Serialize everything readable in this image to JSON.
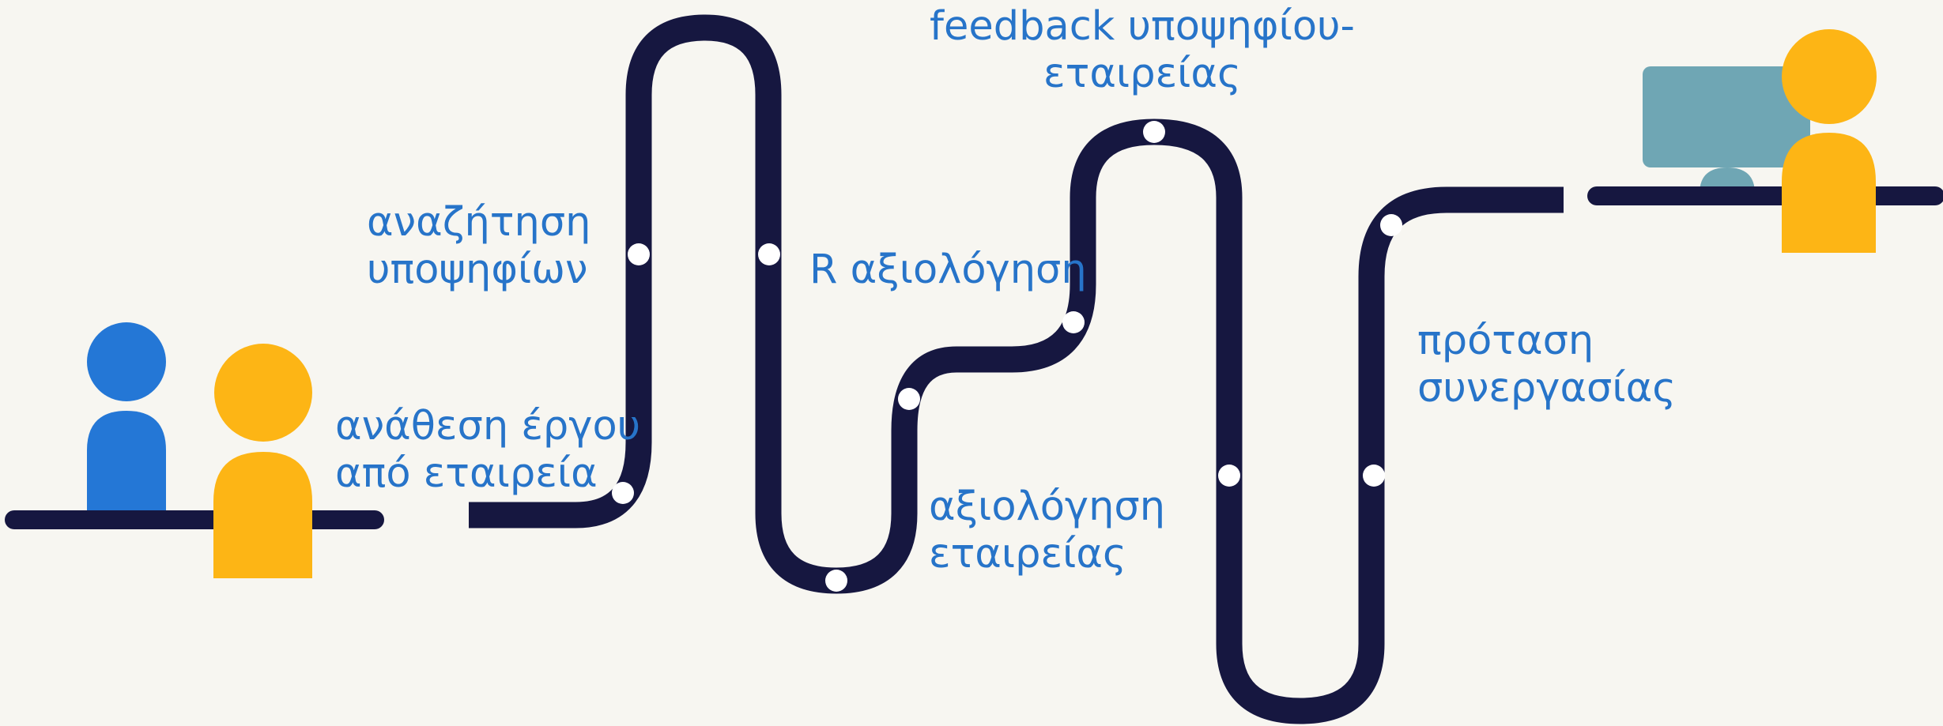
{
  "steps": [
    {
      "id": "assignment",
      "lines": [
        "ανάθεση έργου",
        "από εταιρεία"
      ]
    },
    {
      "id": "search",
      "lines": [
        "αναζήτηση",
        "υποψηφίων"
      ]
    },
    {
      "id": "r-evaluation",
      "lines": [
        "R αξιολόγηση"
      ]
    },
    {
      "id": "company-evaluation",
      "lines": [
        "αξιολόγηση",
        "εταιρείας"
      ]
    },
    {
      "id": "feedback",
      "lines": [
        "feedback υποψηφίου-",
        "εταιρείας"
      ]
    },
    {
      "id": "proposal",
      "lines": [
        "πρόταση",
        "συνεργασίας"
      ]
    }
  ],
  "colors": {
    "background": "#f7f6f1",
    "path": "#161740",
    "label": "#2774c9",
    "person_blue": "#2477d6",
    "person_yellow": "#fdb515",
    "monitor": "#6fa6b4",
    "dot": "#ffffff"
  },
  "icons": {
    "start": [
      "person-icon",
      "person-icon",
      "desk-icon"
    ],
    "end": [
      "monitor-icon",
      "person-icon",
      "desk-icon"
    ]
  }
}
